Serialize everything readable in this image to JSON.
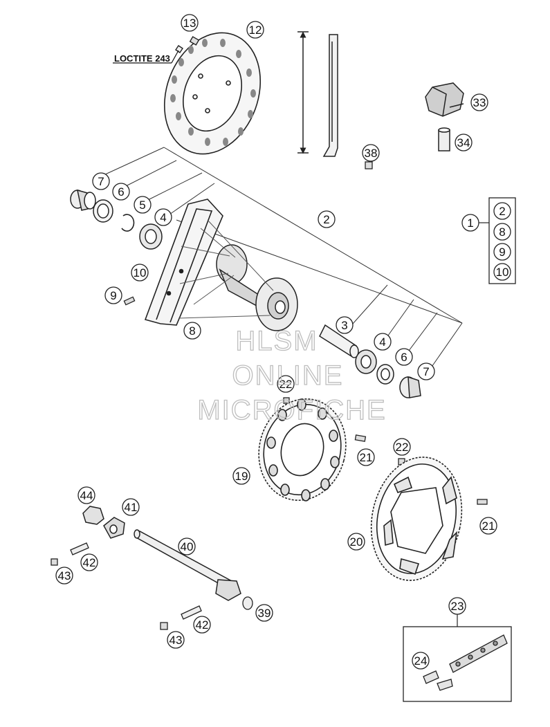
{
  "diagram": {
    "loctite_label": "LOCTITE 243",
    "watermark": [
      "HLSM",
      "ONLINE",
      "MICROFICHE"
    ],
    "callouts": {
      "c1": "1",
      "c2": "2",
      "c3": "3",
      "c4a": "4",
      "c4b": "4",
      "c5": "5",
      "c6a": "6",
      "c6b": "6",
      "c7a": "7",
      "c7b": "7",
      "c8": "8",
      "c9": "9",
      "c10": "10",
      "c12": "12",
      "c13": "13",
      "c19": "19",
      "c20": "20",
      "c21a": "21",
      "c21b": "21",
      "c22a": "22",
      "c22b": "22",
      "c23": "23",
      "c24": "24",
      "c33": "33",
      "c34": "34",
      "c38": "38",
      "c39": "39",
      "c40": "40",
      "c41": "41",
      "c42a": "42",
      "c42b": "42",
      "c43a": "43",
      "c43b": "43",
      "c44": "44"
    },
    "kit_contents": {
      "k2": "2",
      "k8": "8",
      "k9": "9",
      "k10": "10"
    }
  }
}
